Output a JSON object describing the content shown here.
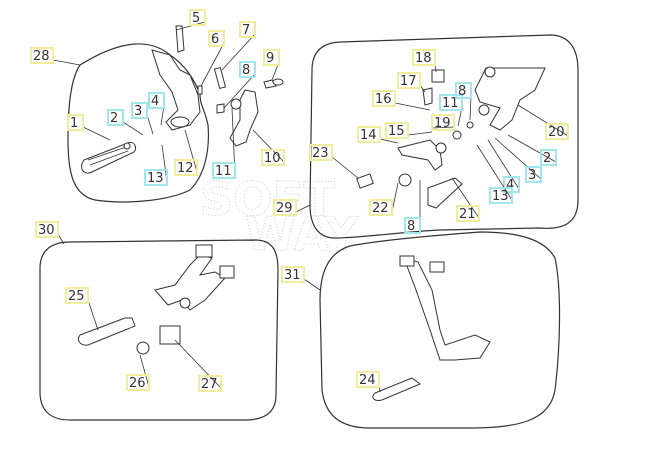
{
  "diagram": {
    "watermark": "SOFT WAY",
    "colors": {
      "yellow_box": "#f2ec9c",
      "cyan_box": "#9fe6ee",
      "line": "#333333"
    },
    "callouts": [
      {
        "label": "5",
        "box": "yellow"
      },
      {
        "label": "6",
        "box": "yellow"
      },
      {
        "label": "7",
        "box": "yellow"
      },
      {
        "label": "9",
        "box": "yellow"
      },
      {
        "label": "8",
        "box": "cyan"
      },
      {
        "label": "28",
        "box": "yellow"
      },
      {
        "label": "4",
        "box": "cyan"
      },
      {
        "label": "3",
        "box": "cyan"
      },
      {
        "label": "2",
        "box": "cyan"
      },
      {
        "label": "1",
        "box": "yellow"
      },
      {
        "label": "12",
        "box": "yellow"
      },
      {
        "label": "11",
        "box": "cyan"
      },
      {
        "label": "13",
        "box": "cyan"
      },
      {
        "label": "10",
        "box": "yellow"
      },
      {
        "label": "29",
        "box": "yellow"
      },
      {
        "label": "18",
        "box": "yellow"
      },
      {
        "label": "17",
        "box": "yellow"
      },
      {
        "label": "16",
        "box": "yellow"
      },
      {
        "label": "11",
        "box": "cyan"
      },
      {
        "label": "8",
        "box": "cyan"
      },
      {
        "label": "19",
        "box": "yellow"
      },
      {
        "label": "15",
        "box": "yellow"
      },
      {
        "label": "14",
        "box": "yellow"
      },
      {
        "label": "23",
        "box": "yellow"
      },
      {
        "label": "20",
        "box": "yellow"
      },
      {
        "label": "2",
        "box": "cyan"
      },
      {
        "label": "3",
        "box": "cyan"
      },
      {
        "label": "4",
        "box": "cyan"
      },
      {
        "label": "13",
        "box": "cyan"
      },
      {
        "label": "22",
        "box": "yellow"
      },
      {
        "label": "21",
        "box": "yellow"
      },
      {
        "label": "8",
        "box": "cyan"
      },
      {
        "label": "30",
        "box": "yellow"
      },
      {
        "label": "31",
        "box": "yellow"
      },
      {
        "label": "25",
        "box": "yellow"
      },
      {
        "label": "26",
        "box": "yellow"
      },
      {
        "label": "27",
        "box": "yellow"
      },
      {
        "label": "24",
        "box": "yellow"
      }
    ]
  }
}
